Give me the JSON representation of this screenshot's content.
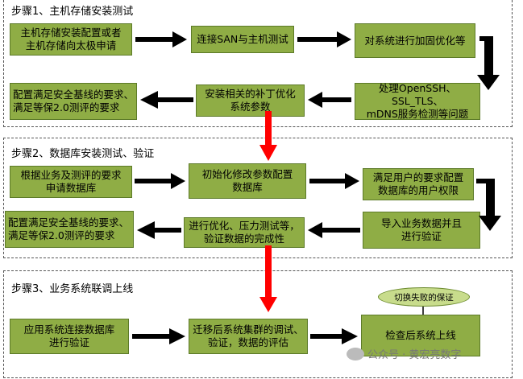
{
  "steps": [
    {
      "title": "步骤1、主机存储安装测试",
      "boxes": [
        "主机存储安装配置或者\n主机存储向太极申请",
        "连接SAN与主机测试",
        "对系统进行加固优化等",
        "处理OpenSSH、SSL_TLS、\nmDNS服务检测等问题",
        "安装相关的补丁优化\n系统参数",
        "配置满足安全基线的要求、\n满足等保2.0测评的要求"
      ]
    },
    {
      "title": "步骤2、数据库安装测试、验证",
      "boxes": [
        "根据业务及测评的要求\n申请数据库",
        "初始化修改参数配置\n数据库",
        "满足用户的要求配置\n数据库的用户权限",
        "导入业务数据并且\n进行验证",
        "进行优化、压力测试等，\n验证数据的完成性",
        "配置满足安全基线的要求、\n满足等保2.0测评的要求"
      ]
    },
    {
      "title": "步骤3、业务系统联调上线",
      "boxes": [
        "应用系统连接数据库\n进行验证",
        "迁移后系统集群的调试、\n验证，数据的评估",
        "检查后系统上线"
      ],
      "note": "切换失败的保证"
    }
  ],
  "watermark": "公众号 · 黄宏亮数字",
  "colors": {
    "box_fill": "#8fad45",
    "box_border": "#5c7a28",
    "arrow_black": "#000000",
    "arrow_red": "#ff0000",
    "ellipse_fill": "#c8dc8c"
  }
}
